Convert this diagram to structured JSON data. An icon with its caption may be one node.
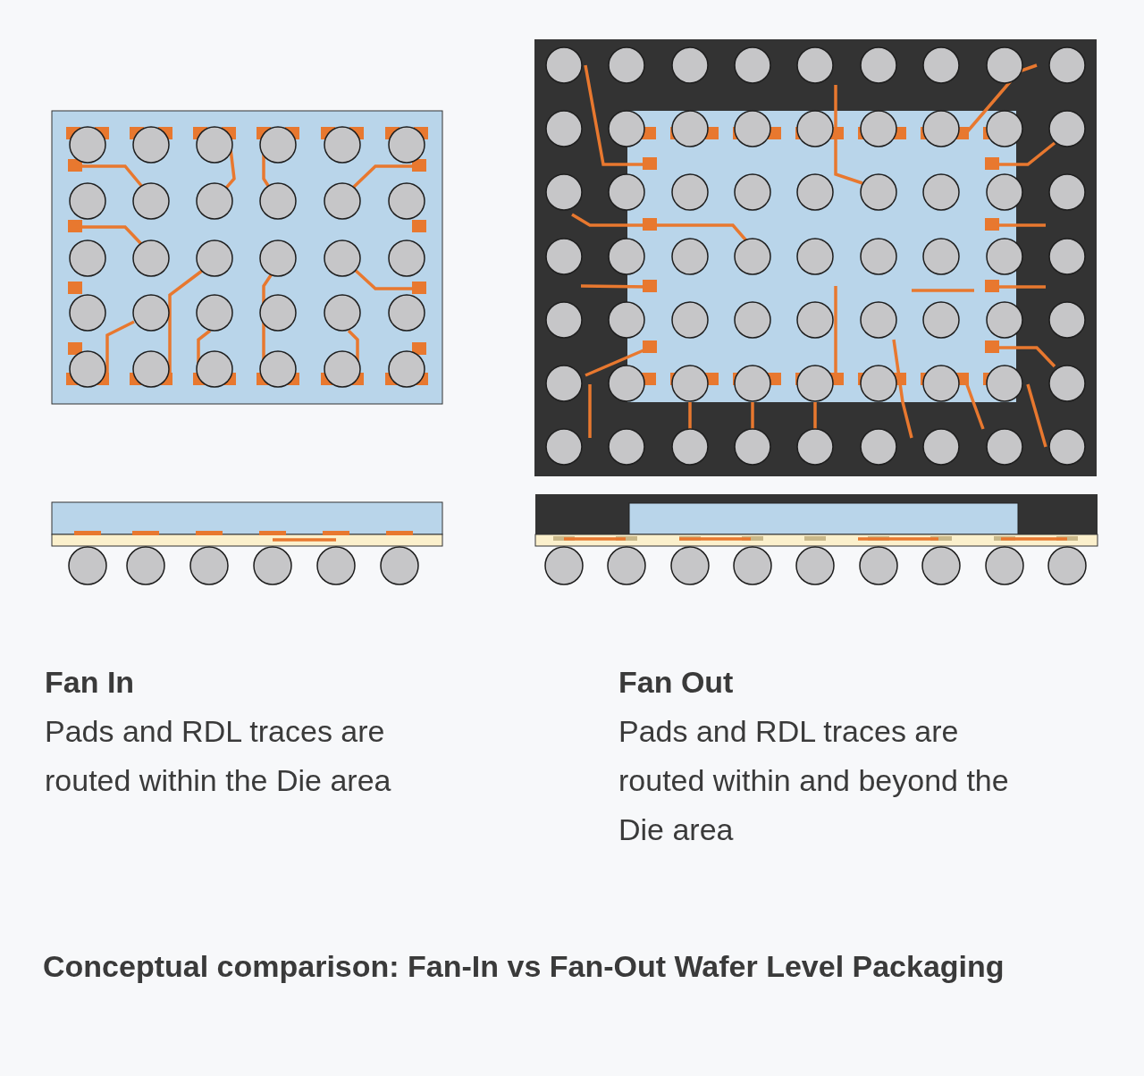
{
  "diagram": {
    "caption": "Conceptual comparison: Fan-In vs Fan-Out Wafer Level Packaging",
    "labels": [
      "Fan In",
      "Pads and RDL traces are routed within the Die area",
      "Fan Out",
      "Pads and RDL traces are routed within and beyond the Die area"
    ]
  }
}
